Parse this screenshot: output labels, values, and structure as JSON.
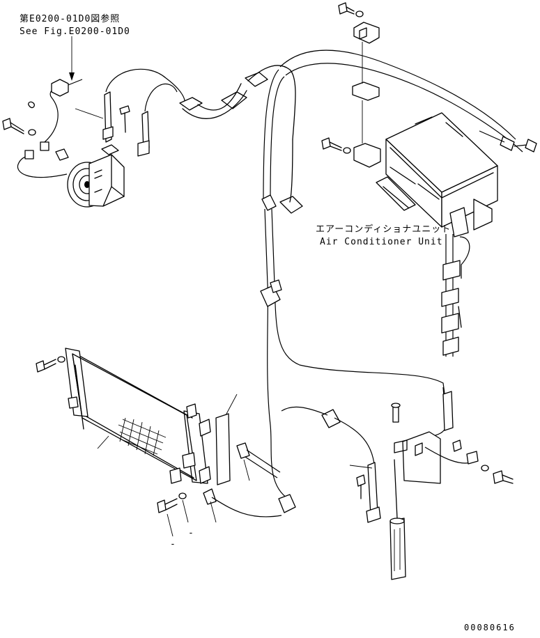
{
  "reference": {
    "jp": "第E0200-01D0図参照",
    "en": "See Fig.E0200-01D0"
  },
  "unit_label": {
    "jp": "エアーコンディショナユニット",
    "en": "Air Conditioner Unit"
  },
  "callout_marks": [
    "-",
    "-"
  ],
  "drawing_number": "00080616"
}
